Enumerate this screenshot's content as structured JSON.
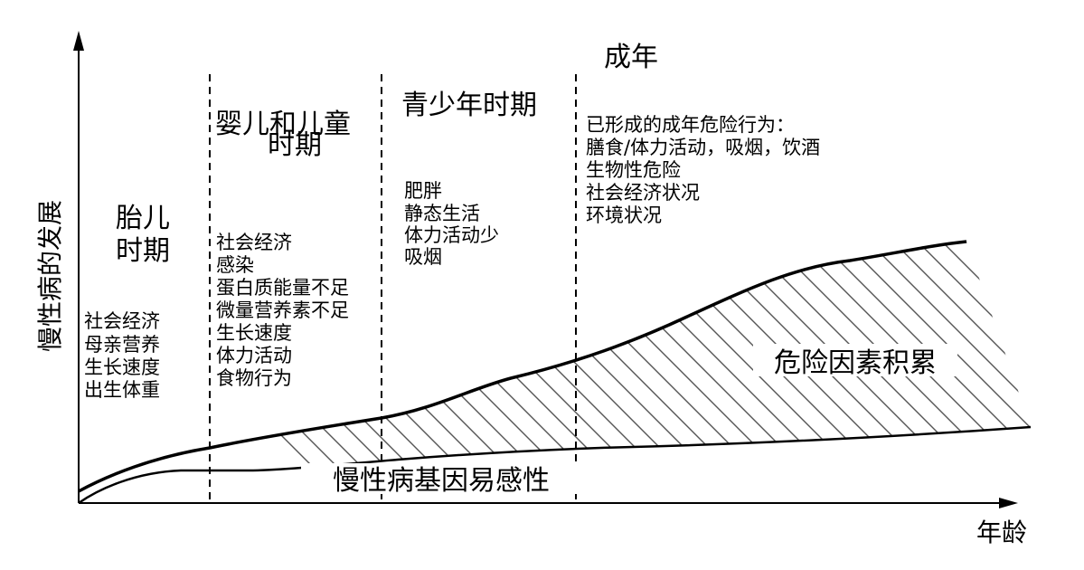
{
  "axes": {
    "y_label": "慢性病的发展",
    "x_label": "年龄"
  },
  "stages": [
    {
      "title_lines": [
        "胎儿",
        "时期"
      ],
      "factors": [
        "社会经济",
        "母亲营养",
        "生长速度",
        "出生体重"
      ]
    },
    {
      "title_lines": [
        "婴儿和儿童",
        "时期"
      ],
      "factors": [
        "社会经济",
        "感染",
        "蛋白质能量不足",
        "微量营养素不足",
        "生长速度",
        "体力活动",
        "食物行为"
      ]
    },
    {
      "title_lines": [
        "青少年时期"
      ],
      "factors": [
        "肥胖",
        "静态生活",
        "体力活动少",
        "吸烟"
      ]
    },
    {
      "title_lines": [
        "成年"
      ],
      "factors": [
        "已形成的成年危险行为：",
        "膳食/体力活动，吸烟，饮酒",
        "生物性危险",
        "社会经济状况",
        "环境状况"
      ]
    }
  ],
  "regions": {
    "accumulation_label": "危险因素积累",
    "susceptibility_label": "慢性病基因易感性"
  }
}
